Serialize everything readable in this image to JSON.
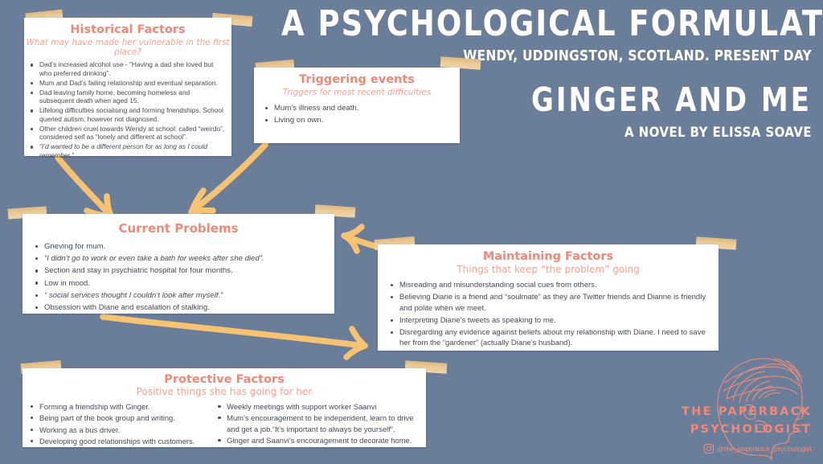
{
  "colors": {
    "background": "#6b7e99",
    "card": "#ffffff",
    "heading": "#f08878",
    "subheading": "#f4a294",
    "tape": "#f5c87f",
    "arrow": "#f6c373",
    "body_text": "#444b52",
    "header_text": "#ffffff"
  },
  "header": {
    "title": "A PSYCHOLOGICAL FORMULATION",
    "subtitle": "WENDY, UDDINGSTON, SCOTLAND. PRESENT DAY",
    "book_title": "GINGER AND ME",
    "author_line": "A NOVEL BY ELISSA SOAVE"
  },
  "cards": {
    "historical": {
      "heading": "Historical Factors",
      "subheading": "What may have made her vulnerable in the first place?",
      "items": [
        "Dad’s increased alcohol use - “Having a dad she loved but who preferred drinking”.",
        "Mum and Dad’s failing relationship and eventual separation.",
        "Dad leaving family home, becoming homeless and subsequent death when aged 15.",
        "Lifelong difficulties socialising and forming friendships.  School queried autism, however not diagnosed.",
        "Other children cruel towards Wendy at school: called “weirdo”, considered self as “lonely and different at school”.",
        "“I’d wanted to be a different person for as long as I could remember.”"
      ]
    },
    "triggering": {
      "heading": "Triggering events",
      "subheading": "Triggers for most recent difficulties",
      "items": [
        "Mum’s illness and death.",
        "Living on own."
      ]
    },
    "current": {
      "heading": "Current Problems",
      "subheading": "",
      "items": [
        "Grieving for mum.",
        "“I didn’t go to work or even take a bath for weeks after she died”.",
        "Section and stay in psychiatric hospital for four months.",
        "Low in mood.",
        "“ social services thought I couldn’t look after myself.”",
        "Obsession with Diane and escalation of stalking."
      ]
    },
    "maintaining": {
      "heading": "Maintaining Factors",
      "subheading": "Things that keep “the problem” going",
      "items": [
        "Misreading and misunderstanding social cues from others.",
        "Believing Diane is a friend and “soulmate” as they are Twitter friends and Dianne is friendly and polite when we meet.",
        "Interpreting Diane’s tweets as speaking to me.",
        "Disregarding any evidence against beliefs about my relationship with Diane. I need to save her from the “gardener” (actually Diane’s husband)."
      ]
    },
    "protective": {
      "heading": "Protective Factors",
      "subheading": "Positive things she has going for her",
      "items_left": [
        "Forming a friendship with Ginger.",
        "Being part of the book group and writing.",
        "Working as a bus driver.",
        "Developing good relationships with customers."
      ],
      "items_right": [
        "Weekly meetings with support worker Saanvi",
        "Mum’s encouragement to be independent, learn to drive and get a job.“It’s important to always be yourself”.",
        "Ginger and Saanvi’s encouragement to decorate home."
      ]
    }
  },
  "logo": {
    "line1": "THE PAPERBACK",
    "line2": "PSYCHOLOGIST",
    "handle": "@the_paperback_psychologist",
    "icon": "instagram-icon",
    "mark": "head-profile-brain-line-art"
  },
  "arrows": [
    {
      "name": "arrow-historical-to-current",
      "direction": "down-right"
    },
    {
      "name": "arrow-triggering-to-current",
      "direction": "down-left"
    },
    {
      "name": "arrow-maintaining-to-current",
      "direction": "left"
    },
    {
      "name": "arrow-current-to-maintaining",
      "direction": "right"
    }
  ]
}
